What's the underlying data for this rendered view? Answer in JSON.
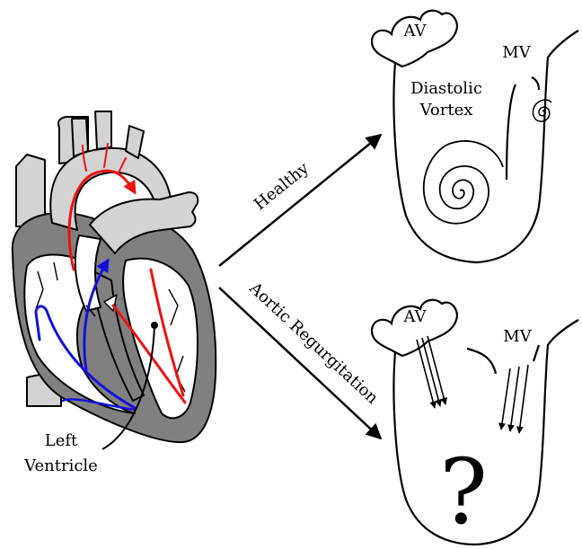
{
  "heart": {
    "callout_label_line1": "Left",
    "callout_label_line2": "Ventricle",
    "flow_colors": {
      "oxygenated": "#ee1111",
      "deoxygenated": "#1111dd"
    },
    "tissue_colors": {
      "muscle": "#808080",
      "vessel": "#d3d3d3"
    }
  },
  "arrows": {
    "healthy_label": "Healthy",
    "regurgitation_label": "Aortic Regurgitation"
  },
  "healthy_panel": {
    "av_label": "AV",
    "mv_label": "MV",
    "vortex_line1": "Diastolic",
    "vortex_line2": "Vortex"
  },
  "regurgitation_panel": {
    "av_label": "AV",
    "mv_label": "MV",
    "unknown_symbol": "?"
  }
}
